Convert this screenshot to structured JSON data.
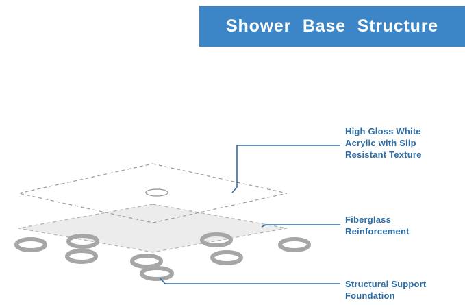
{
  "colors": {
    "header_bg": "#3C86C7",
    "header_text": "#FFFFFF",
    "accent": "#2C6DA6",
    "panel_fill": "#ECECEC",
    "outline_gray": "#9B9B9B",
    "ring_gray": "#A6A6A6"
  },
  "header": {
    "title": "Shower Base Structure"
  },
  "callouts": {
    "acrylic": {
      "lines": [
        "High Gloss White",
        "Acrylic with Slip",
        "Resistant Texture"
      ]
    },
    "fiberglass": {
      "lines": [
        "Fiberglass",
        "Reinforcement"
      ]
    },
    "foundation": {
      "lines": [
        "Structural Support",
        "Foundation"
      ]
    }
  }
}
